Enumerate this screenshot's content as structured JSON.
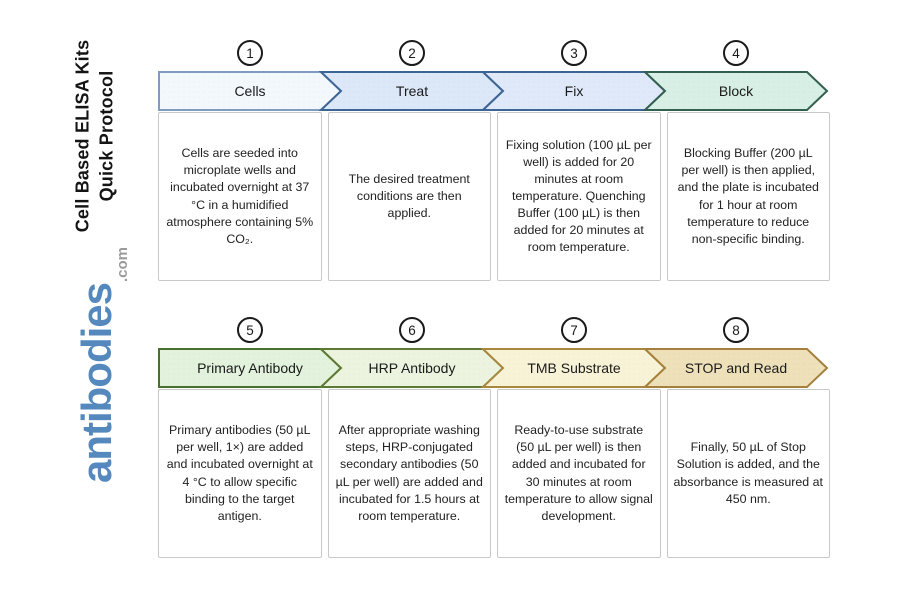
{
  "sidebar": {
    "title_line1": "Cell Based ELISA Kits",
    "title_line2": "Quick Protocol",
    "logo_text": "antibodies",
    "logo_suffix": ".com",
    "logo_color": "#5589be",
    "logo_suffix_color": "#9b9b9b"
  },
  "steps": [
    {
      "number": "1",
      "label": "Cells",
      "fill": "#f3f8fd",
      "border": "#7e9cc0",
      "description": "Cells are seeded into microplate wells and incubated overnight at 37 °C in a humidified atmosphere containing 5% CO₂."
    },
    {
      "number": "2",
      "label": "Treat",
      "fill": "#dce8f8",
      "border": "#3c6595",
      "description": "The desired treatment conditions are then applied."
    },
    {
      "number": "3",
      "label": "Fix",
      "fill": "#e0e9f9",
      "border": "#3c6595",
      "description": "Fixing solution (100 µL per well) is added for 20 minutes at room temperature. Quenching Buffer (100 µL) is then added for 20 minutes at room temperature."
    },
    {
      "number": "4",
      "label": "Block",
      "fill": "#d8efe6",
      "border": "#33604e",
      "description": "Blocking Buffer (200 µL per well) is then applied, and the plate is incubated for 1 hour at room temperature to reduce non-specific binding."
    },
    {
      "number": "5",
      "label": "Primary Antibody",
      "fill": "#e2f2dc",
      "border": "#47702f",
      "description": "Primary antibodies (50 µL per well, 1×) are added and incubated overnight at 4 °C to allow specific binding to the target antigen."
    },
    {
      "number": "6",
      "label": "HRP Antibody",
      "fill": "#ecf4df",
      "border": "#5c7a33",
      "description": "After appropriate washing steps, HRP-conjugated secondary antibodies (50 µL per well) are added and incubated for 1.5 hours at room temperature."
    },
    {
      "number": "7",
      "label": "TMB Substrate",
      "fill": "#f8f3d7",
      "border": "#a8873e",
      "description": "Ready-to-use substrate (50 µL per well) is then added and incubated for 30 minutes at room temperature to allow signal development."
    },
    {
      "number": "8",
      "label": "STOP and Read",
      "fill": "#eee1ba",
      "border": "#a5803c",
      "description": "Finally, 50 µL of Stop Solution is added, and the absorbance is measured at 450 nm."
    }
  ]
}
